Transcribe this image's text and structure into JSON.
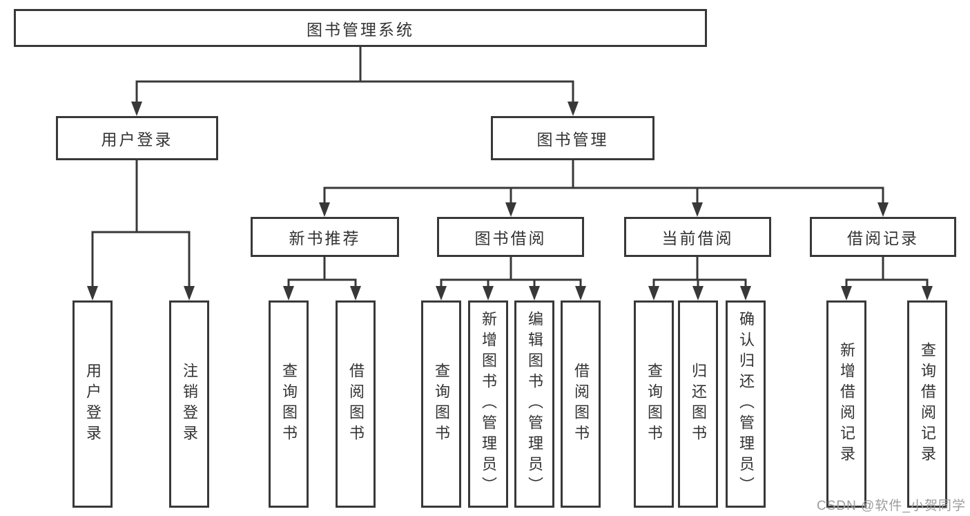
{
  "tree": {
    "root": {
      "label": "图书管理系统",
      "children": [
        {
          "label": "用户登录",
          "children": [
            {
              "label": "用户登录"
            },
            {
              "label": "注销登录"
            }
          ]
        },
        {
          "label": "图书管理",
          "children": [
            {
              "label": "新书推荐",
              "children": [
                {
                  "label": "查询图书"
                },
                {
                  "label": "借阅图书"
                }
              ]
            },
            {
              "label": "图书借阅",
              "children": [
                {
                  "label": "查询图书"
                },
                {
                  "label": "新增图书（管理员）"
                },
                {
                  "label": "编辑图书（管理员）"
                },
                {
                  "label": "借阅图书"
                }
              ]
            },
            {
              "label": "当前借阅",
              "children": [
                {
                  "label": "查询图书"
                },
                {
                  "label": "归还图书"
                },
                {
                  "label": "确认归还（管理员）"
                }
              ]
            },
            {
              "label": "借阅记录",
              "children": [
                {
                  "label": "新增借阅记录"
                },
                {
                  "label": "查询借阅记录"
                }
              ]
            }
          ]
        }
      ]
    }
  },
  "watermark": "CSDN @软件_小贺同学",
  "colors": {
    "line": "#383838",
    "text": "#333333",
    "box_bg": "#ffffff",
    "page_bg": "#ffffff",
    "watermark": "#9c9c9c"
  }
}
